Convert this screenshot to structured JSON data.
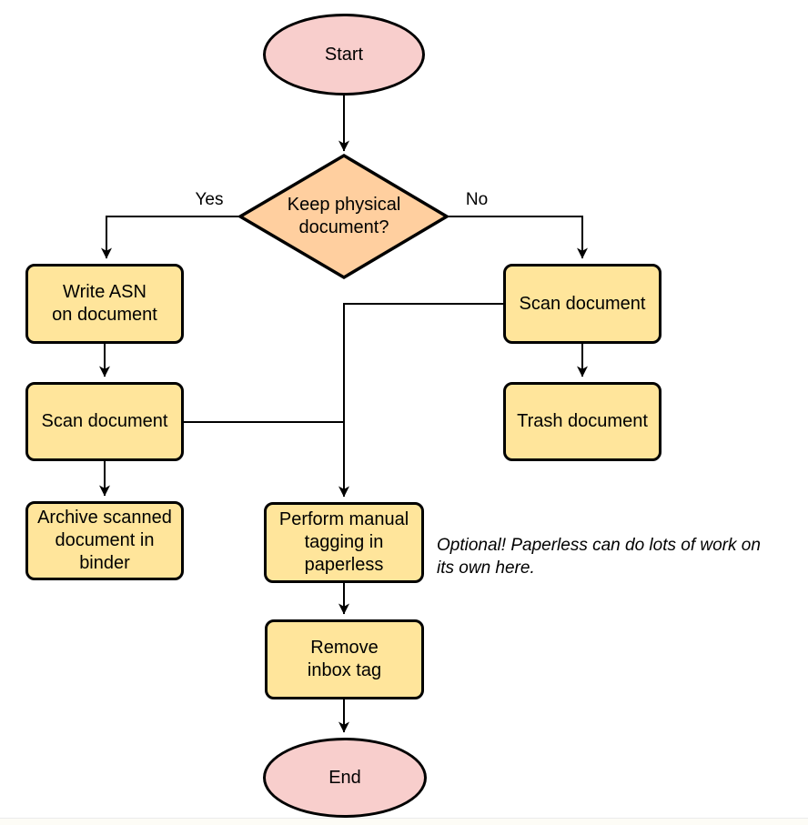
{
  "diagram": {
    "type": "flowchart",
    "nodes": {
      "start": {
        "label": "Start",
        "shape": "terminator"
      },
      "decision": {
        "label": "Keep physical\ndocument?",
        "shape": "decision"
      },
      "write_asn": {
        "label": "Write ASN\non document",
        "shape": "process"
      },
      "scan_left": {
        "label": "Scan document",
        "shape": "process"
      },
      "archive": {
        "label": "Archive scanned\ndocument in\nbinder",
        "shape": "process"
      },
      "scan_right": {
        "label": "Scan document",
        "shape": "process"
      },
      "trash": {
        "label": "Trash document",
        "shape": "process"
      },
      "tagging": {
        "label": "Perform manual\ntagging in\npaperless",
        "shape": "process"
      },
      "remove_inbox": {
        "label": "Remove\ninbox tag",
        "shape": "process"
      },
      "end": {
        "label": "End",
        "shape": "terminator"
      }
    },
    "edge_labels": {
      "yes": "Yes",
      "no": "No"
    },
    "edges": [
      {
        "from": "start",
        "to": "decision",
        "label": ""
      },
      {
        "from": "decision",
        "to": "write_asn",
        "label": "Yes"
      },
      {
        "from": "decision",
        "to": "scan_right",
        "label": "No"
      },
      {
        "from": "write_asn",
        "to": "scan_left",
        "label": ""
      },
      {
        "from": "scan_left",
        "to": "archive",
        "label": ""
      },
      {
        "from": "scan_left",
        "to": "tagging",
        "label": ""
      },
      {
        "from": "scan_right",
        "to": "trash",
        "label": ""
      },
      {
        "from": "scan_right",
        "to": "tagging",
        "label": ""
      },
      {
        "from": "tagging",
        "to": "remove_inbox",
        "label": ""
      },
      {
        "from": "remove_inbox",
        "to": "end",
        "label": ""
      }
    ],
    "note": {
      "text": "Optional! Paperless can do lots of work on\nits own here."
    },
    "colors": {
      "terminator_fill": "#F8CECC",
      "decision_fill": "#FFCF9F",
      "process_fill": "#FFE59B",
      "stroke": "#000000",
      "background": "#FFFFFF"
    }
  }
}
